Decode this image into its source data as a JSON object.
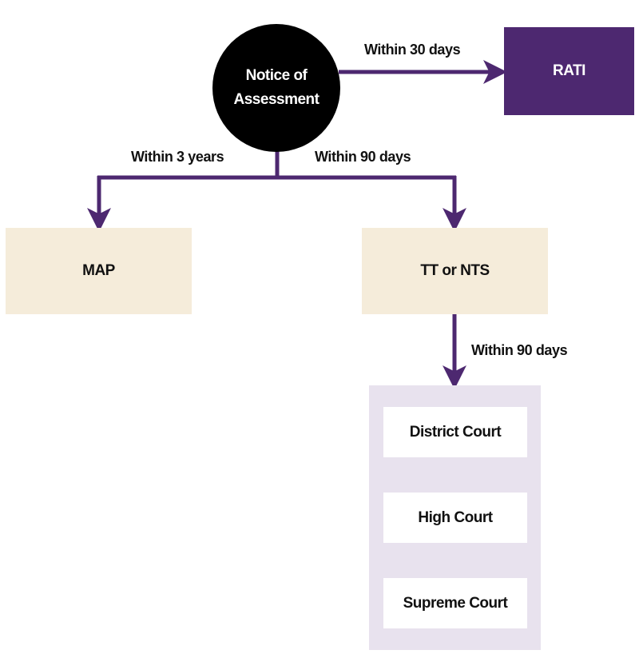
{
  "colors": {
    "arrow": "#4d2870",
    "start_node": "#000000",
    "rati_box": "#4d2870",
    "tribunal_box": "#f5ecda",
    "courts_panel": "#e8e2ee"
  },
  "nodes": {
    "notice": {
      "line1": "Notice of",
      "line2": "Assessment"
    },
    "rati": "RATI",
    "map": "MAP",
    "tribunal": "TT or NTS",
    "courts": [
      "District Court",
      "High Court",
      "Supreme Court"
    ]
  },
  "edges": {
    "to_rati": "Within 30 days",
    "to_map": "Within 3 years",
    "to_tribunal": "Within 90 days",
    "to_courts": "Within 90 days"
  }
}
